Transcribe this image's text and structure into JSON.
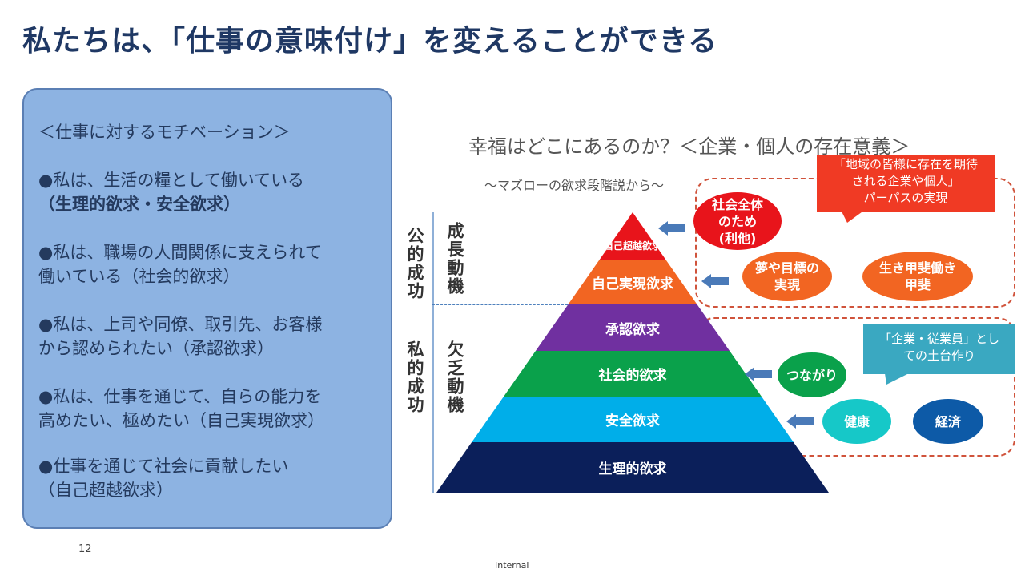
{
  "title": "私たちは、「仕事の意味付け」を変えることができる",
  "panel": {
    "heading": "＜仕事に対するモチベーション＞",
    "items": [
      {
        "line1": "●私は、生活の糧として働いている",
        "line2": "（生理的欲求・安全欲求）"
      },
      {
        "line1": "●私は、職場の人間関係に支えられて",
        "line2": "働いている（社会的欲求）"
      },
      {
        "line1": "●私は、上司や同僚、取引先、お客様",
        "line2": "から認められたい（承認欲求）"
      },
      {
        "line1": "●私は、仕事を通じて、自らの能力を",
        "line2": "高めたい、極めたい（自己実現欲求）"
      },
      {
        "line1": "●仕事を通じて社会に貢献したい",
        "line2": "（自己超越欲求）"
      }
    ]
  },
  "diagram": {
    "title": "幸福はどこにあるのか？＜企業・個人の存在意義＞",
    "subtitle": "～マズローの欲求段階説から～",
    "levels": [
      {
        "label": "自己超越欲求",
        "color": "#e8141b"
      },
      {
        "label": "自己実現欲求",
        "color": "#f26522"
      },
      {
        "label": "承認欲求",
        "color": "#7030a0"
      },
      {
        "label": "社会的欲求",
        "color": "#0aa14b"
      },
      {
        "label": "安全欲求",
        "color": "#00aee9"
      },
      {
        "label": "生理的欲求",
        "color": "#0b1f5a"
      }
    ],
    "side": {
      "public": "公的成功",
      "growth": "成長動機",
      "private": "私的成功",
      "deficiency": "欠乏動機"
    },
    "ellipses": {
      "society": "社会全体のため(利他)",
      "dream": "夢や目標の実現",
      "ikigai": "生き甲斐働き甲斐",
      "tsunagari": "つながり",
      "kenko": "健康",
      "keizai": "経済"
    },
    "callout_top": {
      "line1": "「地域の皆様に存在を期待",
      "line2": "される企業や個人」",
      "line3": "パーパスの実現"
    },
    "callout_bottom": {
      "line1": "「企業・従業員」とし",
      "line2": "ての土台作り"
    }
  },
  "footer": {
    "page": "12",
    "label": "Internal"
  }
}
